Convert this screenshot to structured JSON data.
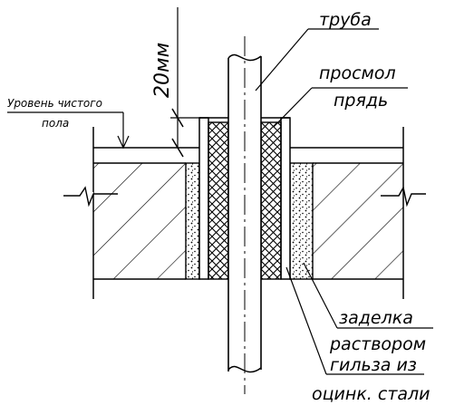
{
  "labels": {
    "pipe": "труба",
    "dimension": "20мм",
    "floor_level_line1": "Уровень чистого",
    "floor_level_line2": "пола",
    "tarred_strand_line1": "просмол",
    "tarred_strand_line2": "прядь",
    "mortar_line1": "заделка",
    "mortar_line2": "раствором",
    "sleeve_line1": "гильза из",
    "sleeve_line2": "оцинк. стали"
  }
}
